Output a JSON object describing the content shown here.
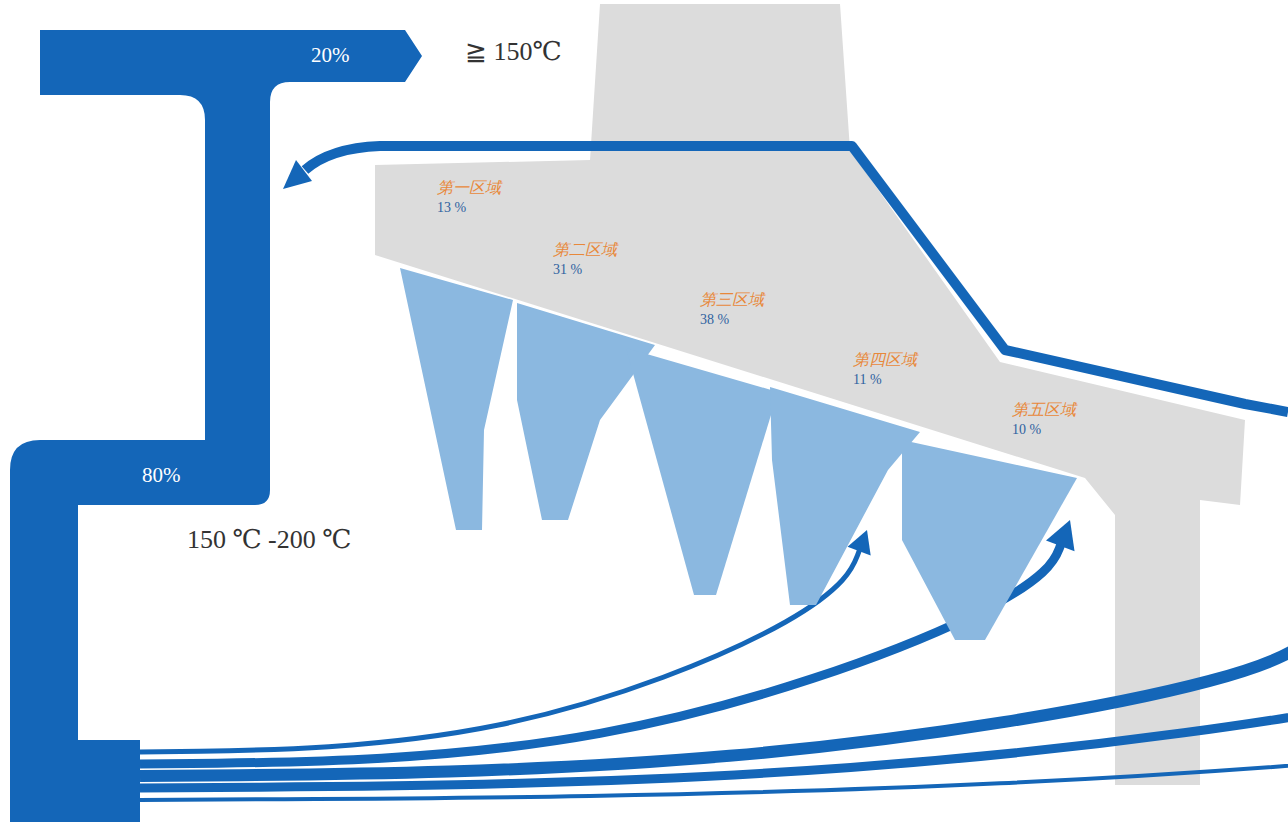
{
  "diagram": {
    "nodes": [
      {
        "text": [
          "第一区域",
          "13 %"
        ]
      },
      {
        "text": [
          "第二区域",
          "31 %"
        ]
      },
      {
        "text": [
          "第三区域",
          "38 %"
        ]
      },
      {
        "text": [
          "第四区域",
          "11 %"
        ]
      },
      {
        "text": [
          "第五区域",
          "10 %"
        ]
      },
      {
        "text": [
          "80%"
        ]
      }
    ],
    "edges": [
      {
        "from": 5,
        "to": 0,
        "arrow": "to"
      },
      {
        "from": 5,
        "to": 1,
        "arrow": "to"
      },
      {
        "from": 5,
        "to": 2,
        "arrow": "to"
      },
      {
        "from": 5,
        "to": 3,
        "arrow": "to"
      },
      {
        "from": 5,
        "to": 4,
        "arrow": "to"
      }
    ],
    "labels": [
      "20%",
      "≧ 150℃",
      "150 ℃ -200 ℃"
    ]
  }
}
